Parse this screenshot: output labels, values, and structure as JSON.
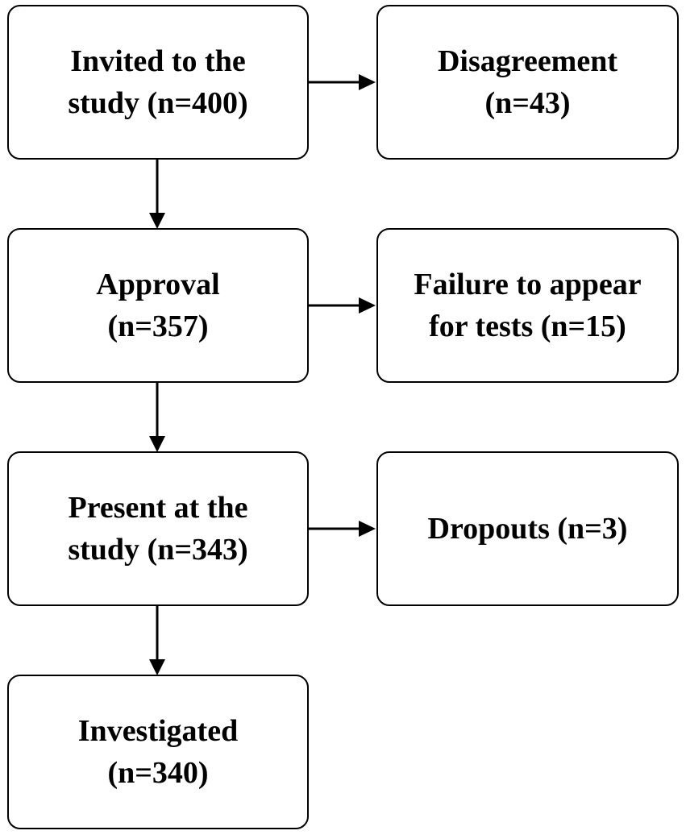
{
  "flow": {
    "main": [
      {
        "label": "Invited to the\nstudy (n=400)"
      },
      {
        "label": "Approval\n(n=357)"
      },
      {
        "label": "Present at the\nstudy (n=343)"
      },
      {
        "label": "Investigated\n(n=340)"
      }
    ],
    "exclusions": [
      {
        "label": "Disagreement\n(n=43)"
      },
      {
        "label": "Failure to appear\nfor tests (n=15)"
      },
      {
        "label": "Dropouts (n=3)"
      }
    ]
  },
  "colors": {
    "stroke": "#000000",
    "background": "#ffffff"
  }
}
